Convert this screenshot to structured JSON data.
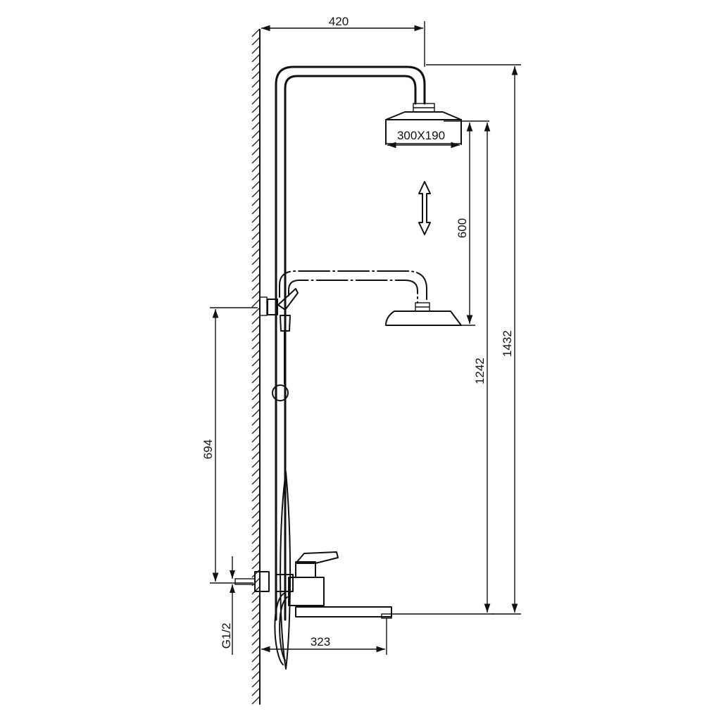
{
  "dimensions": {
    "top_width": "420",
    "showerhead_size": "300X190",
    "slide_range": "600",
    "lower_head_height": "1242",
    "total_height": "1432",
    "mixer_to_bracket": "694",
    "inlet_thread": "G1/2",
    "spout_reach": "323"
  }
}
